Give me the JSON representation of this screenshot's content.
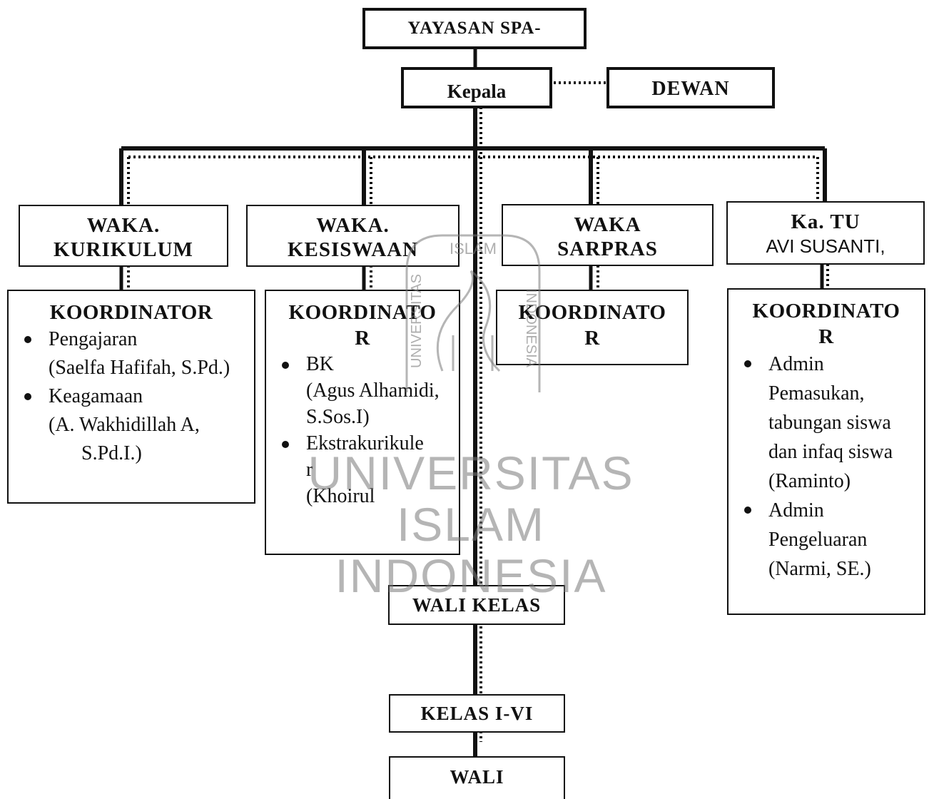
{
  "chart": {
    "yayasan": "YAYASAN SPA-",
    "kepala": "Kepala",
    "dewan": "DEWAN",
    "waka_kurikulum": {
      "line1": "WAKA.",
      "line2": "KURIKULUM"
    },
    "waka_kesiswaan": {
      "line1": "WAKA.",
      "line2": "KESISWAAN"
    },
    "waka_sarpras": {
      "line1": "WAKA",
      "line2": "SARPRAS"
    },
    "ka_tu": {
      "line1": "Ka. TU",
      "line2": "AVI SUSANTI,"
    },
    "koord_kurikulum": {
      "title": "KOORDINATOR",
      "items": [
        {
          "label": "Pengajaran",
          "person": "(Saelfa Hafifah, S.Pd.)"
        },
        {
          "label": "Keagamaan",
          "person1": "(A. Wakhidillah A,",
          "person2": "S.Pd.I.)"
        }
      ]
    },
    "koord_kesiswaan": {
      "title1": "KOORDINATO",
      "title2": "R",
      "items": [
        {
          "label": "BK",
          "person": "(Agus Alhamidi, S.Sos.I)"
        },
        {
          "label": "Ekstrakurikule",
          "label2": "r",
          "person": "(Khoirul"
        }
      ]
    },
    "koord_sarpras": {
      "title1": "KOORDINATO",
      "title2": "R"
    },
    "koord_tu": {
      "title1": "KOORDINATO",
      "title2": "R",
      "items": [
        {
          "label": "Admin Pemasukan, tabungan siswa dan infaq siswa",
          "person": "(Raminto)"
        },
        {
          "label": "Admin Pengeluaran",
          "person": "(Narmi, SE.)"
        }
      ]
    },
    "wali_kelas": "WALI KELAS",
    "kelas": "KELAS I-VI",
    "wali": "WALI"
  },
  "watermark": {
    "arc_top": "ISLAM",
    "arc_left": "UNIVERSITAS",
    "arc_right": "INDONESIA",
    "line1": "UNIVERSITAS",
    "line2": "ISLAM",
    "line3": "INDONESIA"
  },
  "colors": {
    "ink": "#111111",
    "watermark": "#8a8a8a"
  }
}
